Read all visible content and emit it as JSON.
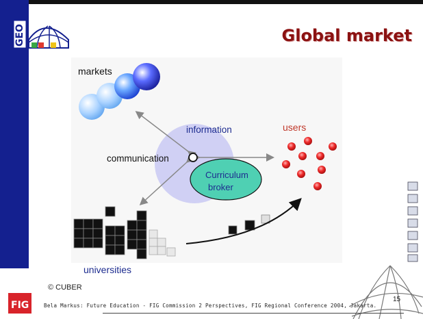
{
  "slide": {
    "title": "Global market",
    "logo_text": "GEO",
    "fig_logo_text": "FIG",
    "copyright": "© CUBER",
    "footer": "Bela Markus: Future Education - FIG Commission 2 Perspectives, FIG Regional Conference 2004, Jakarta.",
    "page_number": "15"
  },
  "diagram": {
    "markets": "markets",
    "information": "information",
    "users": "users",
    "communication": "communication",
    "broker_line1": "Curriculum",
    "broker_line2": "broker",
    "universities": "universities"
  },
  "colors": {
    "sidebar": "#14208f",
    "title": "#8b1111",
    "info_circle": "#c8c8f5",
    "users_label": "#c0392b",
    "broker_fill": "#48c9b0",
    "user_dot": "#e8242b",
    "universities_label": "#1d2c8f"
  }
}
